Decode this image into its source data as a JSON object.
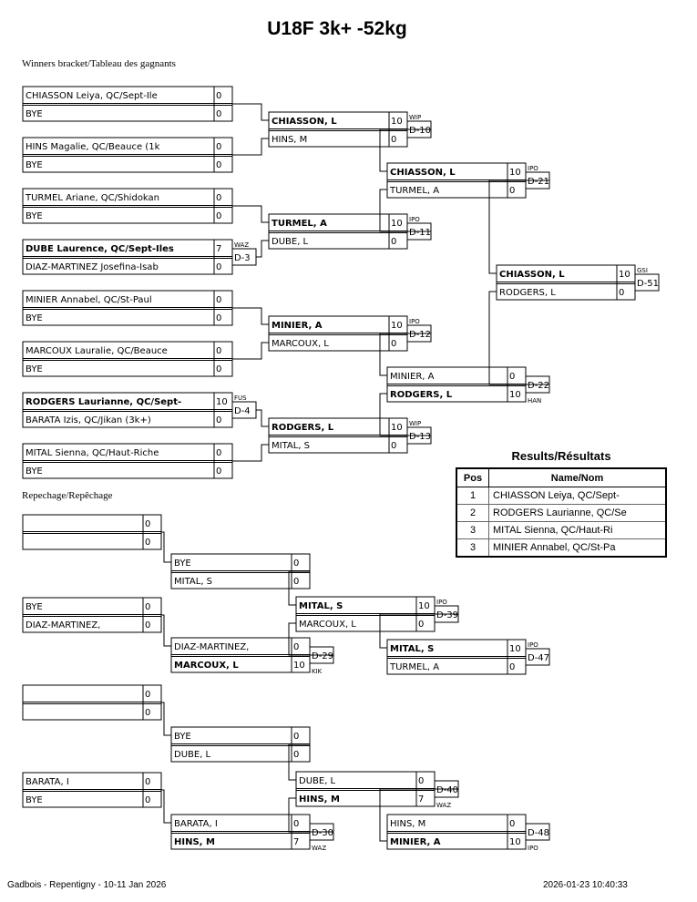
{
  "title": "U18F 3k+ -52kg",
  "winners_label": "Winners bracket/Tableau des gagnants",
  "repechage_label": "Repechage/Repêchage",
  "footer": {
    "left": "Gadbois - Repentigny - 10-11 Jan 2026",
    "right": "2026-01-23 10:40:33"
  },
  "results": {
    "title": "Results/Résultats",
    "headers": [
      "Pos",
      "Name/Nom"
    ],
    "rows": [
      {
        "pos": "1",
        "name": "CHIASSON Leiya, QC/Sept-"
      },
      {
        "pos": "2",
        "name": "RODGERS Laurianne, QC/Se"
      },
      {
        "pos": "3",
        "name": "MITAL Sienna, QC/Haut-Ri"
      },
      {
        "pos": "3",
        "name": "MINIER Annabel, QC/St-Pa"
      }
    ]
  },
  "matches": [
    {
      "id": "w1",
      "top": {
        "name": "CHIASSON Leiya, QC/Sept-Ile",
        "score": "0"
      },
      "bot": {
        "name": "BYE",
        "score": "0"
      }
    },
    {
      "id": "w2",
      "top": {
        "name": "HINS Magalie, QC/Beauce (1k",
        "score": "0"
      },
      "bot": {
        "name": "BYE",
        "score": "0"
      }
    },
    {
      "id": "w3",
      "top": {
        "name": "TURMEL Ariane, QC/Shidokan",
        "score": "0"
      },
      "bot": {
        "name": "BYE",
        "score": "0"
      }
    },
    {
      "id": "w4",
      "top": {
        "name": "DUBE Laurence, QC/Sept-Iles",
        "score": "7",
        "bold": true
      },
      "bot": {
        "name": "DIAZ-MARTINEZ Josefina-Isab",
        "score": "0"
      },
      "label": "D-3",
      "tech": "WAZ"
    },
    {
      "id": "w5",
      "top": {
        "name": "MINIER Annabel, QC/St-Paul",
        "score": "0"
      },
      "bot": {
        "name": "BYE",
        "score": "0"
      }
    },
    {
      "id": "w6",
      "top": {
        "name": "MARCOUX Lauralie, QC/Beauce",
        "score": "0"
      },
      "bot": {
        "name": "BYE",
        "score": "0"
      }
    },
    {
      "id": "w7",
      "top": {
        "name": "RODGERS Laurianne, QC/Sept-",
        "score": "10",
        "bold": true
      },
      "bot": {
        "name": "BARATA Izis, QC/Jikan (3k+)",
        "score": "0"
      },
      "label": "D-4",
      "tech": "FUS"
    },
    {
      "id": "w8",
      "top": {
        "name": "MITAL Sienna, QC/Haut-Riche",
        "score": "0"
      },
      "bot": {
        "name": "BYE",
        "score": "0"
      }
    },
    {
      "id": "w9",
      "top": {
        "name": "CHIASSON, L",
        "score": "10",
        "bold": true
      },
      "bot": {
        "name": "HINS, M",
        "score": "0"
      },
      "label": "D-10",
      "tech": "WIP"
    },
    {
      "id": "w10",
      "top": {
        "name": "TURMEL, A",
        "score": "10",
        "bold": true
      },
      "bot": {
        "name": "DUBE, L",
        "score": "0"
      },
      "label": "D-11",
      "tech": "IPO"
    },
    {
      "id": "w11",
      "top": {
        "name": "MINIER, A",
        "score": "10",
        "bold": true
      },
      "bot": {
        "name": "MARCOUX, L",
        "score": "0"
      },
      "label": "D-12",
      "tech": "IPO"
    },
    {
      "id": "w12",
      "top": {
        "name": "RODGERS, L",
        "score": "10",
        "bold": true
      },
      "bot": {
        "name": "MITAL, S",
        "score": "0"
      },
      "label": "D-13",
      "tech": "WIP"
    },
    {
      "id": "w13",
      "top": {
        "name": "CHIASSON, L",
        "score": "10",
        "bold": true
      },
      "bot": {
        "name": "TURMEL, A",
        "score": "0"
      },
      "label": "D-21",
      "tech": "IPO"
    },
    {
      "id": "w14",
      "top": {
        "name": "MINIER, A",
        "score": "0"
      },
      "bot": {
        "name": "RODGERS, L",
        "score": "10",
        "bold": true
      },
      "label": "D-22",
      "tech": "HAN"
    },
    {
      "id": "w15",
      "top": {
        "name": "CHIASSON, L",
        "score": "10",
        "bold": true
      },
      "bot": {
        "name": "RODGERS, L",
        "score": "0"
      },
      "label": "D-51",
      "tech": "GSI"
    },
    {
      "id": "r1",
      "top": {
        "name": "",
        "score": "0"
      },
      "bot": {
        "name": "",
        "score": "0"
      }
    },
    {
      "id": "r2",
      "top": {
        "name": "BYE",
        "score": "0"
      },
      "bot": {
        "name": "MITAL, S",
        "score": "0"
      }
    },
    {
      "id": "r3",
      "top": {
        "name": "BYE",
        "score": "0"
      },
      "bot": {
        "name": "DIAZ-MARTINEZ,",
        "score": "0"
      }
    },
    {
      "id": "r4",
      "top": {
        "name": "DIAZ-MARTINEZ,",
        "score": "0"
      },
      "bot": {
        "name": "MARCOUX, L",
        "score": "10",
        "bold": true
      },
      "label": "D-29",
      "tech": "KIK"
    },
    {
      "id": "r5",
      "top": {
        "name": "MITAL, S",
        "score": "10",
        "bold": true
      },
      "bot": {
        "name": "MARCOUX, L",
        "score": "0"
      },
      "label": "D-39",
      "tech": "IPO"
    },
    {
      "id": "r6",
      "top": {
        "name": "MITAL, S",
        "score": "10",
        "bold": true
      },
      "bot": {
        "name": "TURMEL, A",
        "score": "0"
      },
      "label": "D-47",
      "tech": "IPO"
    },
    {
      "id": "r7",
      "top": {
        "name": "",
        "score": "0"
      },
      "bot": {
        "name": "",
        "score": "0"
      }
    },
    {
      "id": "r8",
      "top": {
        "name": "BYE",
        "score": "0"
      },
      "bot": {
        "name": "DUBE, L",
        "score": "0"
      }
    },
    {
      "id": "r9",
      "top": {
        "name": "BARATA, I",
        "score": "0"
      },
      "bot": {
        "name": "BYE",
        "score": "0"
      }
    },
    {
      "id": "r10",
      "top": {
        "name": "BARATA, I",
        "score": "0"
      },
      "bot": {
        "name": "HINS, M",
        "score": "7",
        "bold": true
      },
      "label": "D-30",
      "tech": "WAZ"
    },
    {
      "id": "r11",
      "top": {
        "name": "DUBE, L",
        "score": "0"
      },
      "bot": {
        "name": "HINS, M",
        "score": "7",
        "bold": true
      },
      "label": "D-40",
      "tech": "WAZ"
    },
    {
      "id": "r12",
      "top": {
        "name": "HINS, M",
        "score": "0"
      },
      "bot": {
        "name": "MINIER, A",
        "score": "10",
        "bold": true
      },
      "label": "D-48",
      "tech": "IPO"
    }
  ]
}
